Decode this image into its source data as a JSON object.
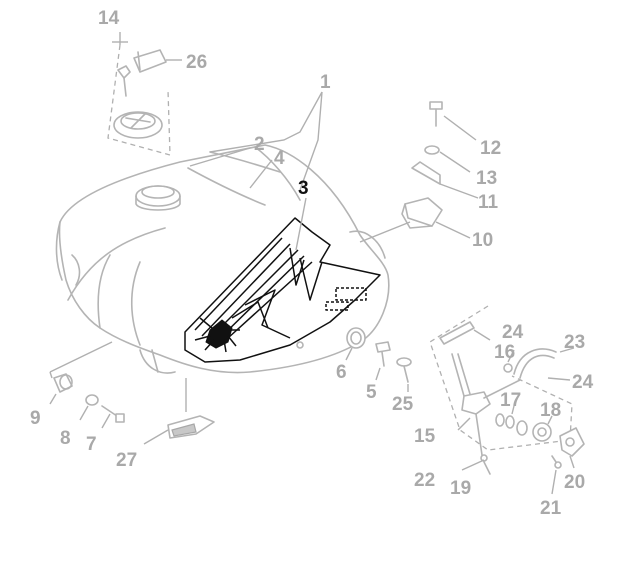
{
  "diagram": {
    "callouts": {
      "c1": "1",
      "c2": "2",
      "c3": "3",
      "c4": "4",
      "c5": "5",
      "c6": "6",
      "c7": "7",
      "c8": "8",
      "c9": "9",
      "c10": "10",
      "c11": "11",
      "c12": "12",
      "c13": "13",
      "c14": "14",
      "c15": "15",
      "c16": "16",
      "c17": "17",
      "c18": "18",
      "c19": "19",
      "c20": "20",
      "c21": "21",
      "c22": "22",
      "c23": "23",
      "c24a": "24",
      "c24b": "24",
      "c25": "25",
      "c26": "26",
      "c27": "27"
    },
    "colors": {
      "part_grey": "#b4b4b4",
      "decal_black": "#111111",
      "label_grey": "#a9a9a9"
    }
  }
}
